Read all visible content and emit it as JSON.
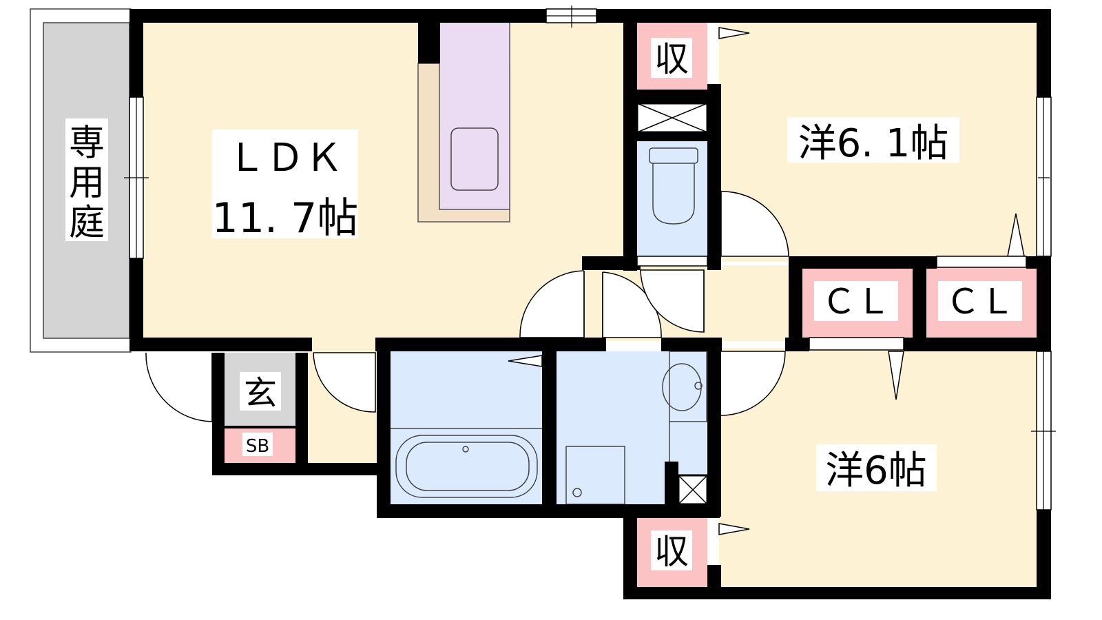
{
  "labels": {
    "garden": [
      "専",
      "用",
      "庭"
    ],
    "ldk_name": "ＬＤＫ",
    "ldk_size": "11. 7帖",
    "storage_top": "収",
    "storage_bottom": "収",
    "bedroom_top": "洋6. 1帖",
    "bedroom_bottom": "洋6帖",
    "closet_left": "ＣＬ",
    "closet_right": "ＣＬ",
    "entrance": "玄",
    "shoe_box": "SB"
  },
  "colors": {
    "wall": "#000000",
    "room_floor": "#fdf2d3",
    "wet_area": "#dbeafd",
    "storage": "#fbc3c3",
    "kitchen": "#ebdcf3",
    "counter": "#f3e1c6",
    "garden": "#d4d4d4",
    "entrance": "#d6d6d6"
  }
}
